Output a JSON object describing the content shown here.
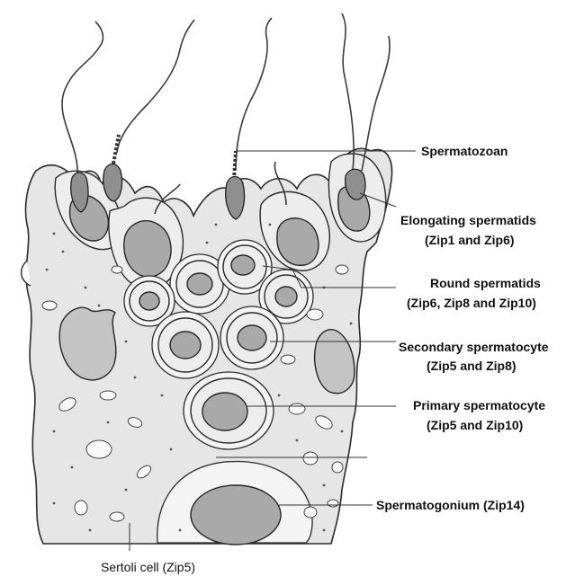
{
  "labels": {
    "spermatozoan": "Spermatozoan",
    "elongating_1": "Elongating spermatids",
    "elongating_2": "(Zip1 and Zip6)",
    "round_1": "Round spermatids",
    "round_2": "(Zip6, Zip8 and Zip10)",
    "secondary_1": "Secondary spermatocyte",
    "secondary_2": "(Zip5 and Zip8)",
    "primary_1": "Primary spermatocyte",
    "primary_2": "(Zip5 and Zip10)",
    "spermatogonium": "Spermatogonium (Zip14)",
    "sertoli": "Sertoli cell (Zip5)"
  },
  "colors": {
    "tissue_fill": "#e6e6e6",
    "nucleus_fill": "#a9a9a9",
    "outline": "#2b2b2b"
  }
}
